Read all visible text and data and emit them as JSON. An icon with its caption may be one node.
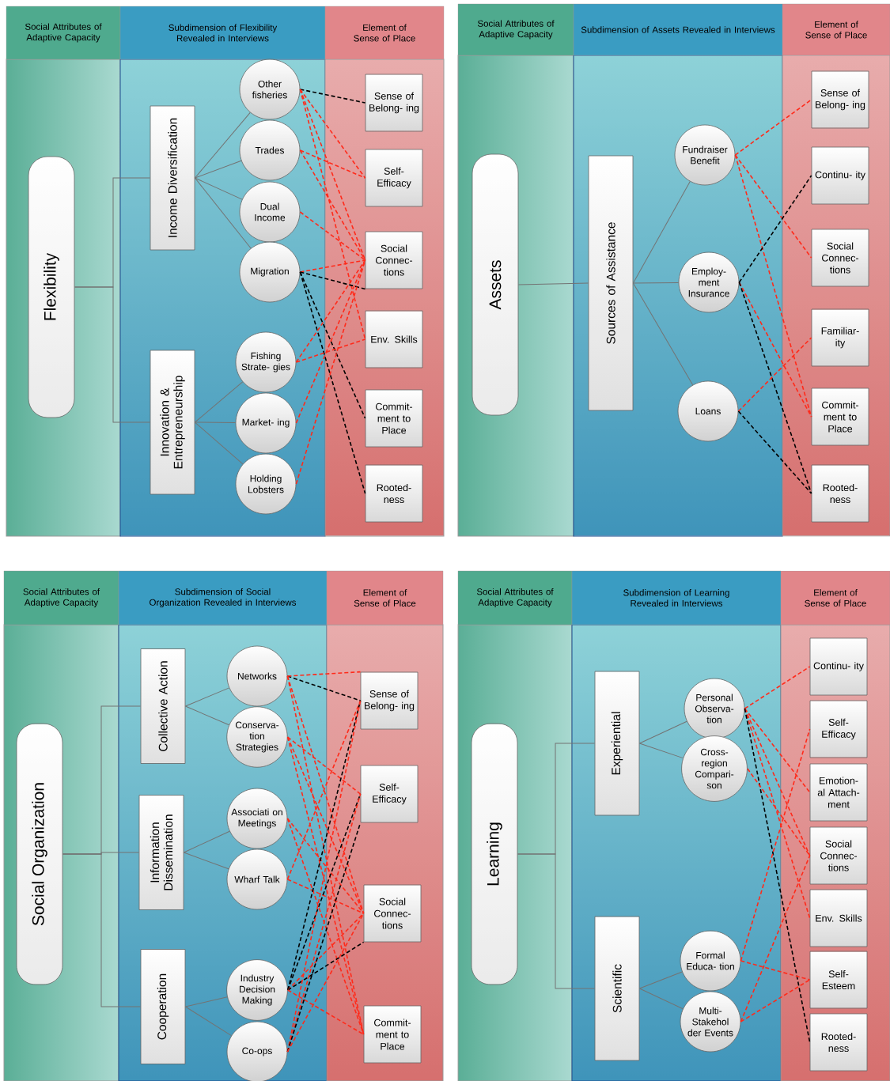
{
  "diagram": {
    "nodes": [
      {
        "text": [
          "Social Attributes of Adaptive Capacity"
        ]
      },
      {
        "text": [
          "Subdimension of Flexibility Revealed in Interviews"
        ]
      },
      {
        "text": [
          "Element of Sense of Place"
        ]
      },
      {
        "text": [
          "Flexibility"
        ]
      },
      {
        "text": [
          "Income Diversification"
        ]
      },
      {
        "text": [
          "Innovation & Entrepreneurship"
        ]
      },
      {
        "text": [
          "Other fisheries"
        ]
      },
      {
        "text": [
          "Trades"
        ]
      },
      {
        "text": [
          "Dual Income"
        ]
      },
      {
        "text": [
          "Migration"
        ]
      },
      {
        "text": [
          "Fishing Strate- gies"
        ]
      },
      {
        "text": [
          "Market- ing"
        ]
      },
      {
        "text": [
          "Holding Lobsters"
        ]
      },
      {
        "text": [
          "Sense of Belong- ing"
        ]
      },
      {
        "text": [
          "Self- Efficacy"
        ]
      },
      {
        "text": [
          "Social Connec- tions"
        ]
      },
      {
        "text": [
          "Env. Skills"
        ]
      },
      {
        "text": [
          "Commit- ment to Place"
        ]
      },
      {
        "text": [
          "Rooted- ness"
        ]
      },
      {
        "text": [
          "Social Attributes of Adaptive Capacity"
        ]
      },
      {
        "text": [
          "Subdimension of Assets Revealed in Interviews"
        ]
      },
      {
        "text": [
          "Element of Sense of Place"
        ]
      },
      {
        "text": [
          "Assets"
        ]
      },
      {
        "text": [
          "Sources of Assistance"
        ]
      },
      {
        "text": [
          "Fundraiser Benefit"
        ]
      },
      {
        "text": [
          "Employ- ment Insurance"
        ]
      },
      {
        "text": [
          "Loans"
        ]
      },
      {
        "text": [
          "Sense of Belong- ing"
        ]
      },
      {
        "text": [
          "Continu- ity"
        ]
      },
      {
        "text": [
          "Social Connec- tions"
        ]
      },
      {
        "text": [
          "Familiar- ity"
        ]
      },
      {
        "text": [
          "Commit- ment to Place"
        ]
      },
      {
        "text": [
          "Rooted- ness"
        ]
      },
      {
        "text": [
          "Social Attributes of Adaptive Capacity"
        ]
      },
      {
        "text": [
          "Subdimension of Social Organization Revealed in Interviews"
        ]
      },
      {
        "text": [
          "Element of Sense of Place"
        ]
      },
      {
        "text": [
          "Social Organization"
        ]
      },
      {
        "text": [
          "Collective Action"
        ]
      },
      {
        "text": [
          "Information Dissemination"
        ]
      },
      {
        "text": [
          "Cooperation"
        ]
      },
      {
        "text": [
          "Networks"
        ]
      },
      {
        "text": [
          "Conserva- tion Strategies"
        ]
      },
      {
        "text": [
          "Associati on Meetings"
        ]
      },
      {
        "text": [
          "Wharf Talk"
        ]
      },
      {
        "text": [
          "Industry Decision Making"
        ]
      },
      {
        "text": [
          "Co-ops"
        ]
      },
      {
        "text": [
          "Sense of Belong- ing"
        ]
      },
      {
        "text": [
          "Self- Efficacy"
        ]
      },
      {
        "text": [
          "Social Connec- tions"
        ]
      },
      {
        "text": [
          "Commit- ment to Place"
        ]
      },
      {
        "text": [
          "Social Attributes of Adaptive Capacity"
        ]
      },
      {
        "text": [
          "Subdimension of Learning Revealed in Interviews"
        ]
      },
      {
        "text": [
          "Element of Sense of Place"
        ]
      },
      {
        "text": [
          "Learning"
        ]
      },
      {
        "text": [
          "Experiential"
        ]
      },
      {
        "text": [
          "Scientific"
        ]
      },
      {
        "text": [
          "Personal Observa- tion"
        ]
      },
      {
        "text": [
          "Cross- region Compari- son"
        ]
      },
      {
        "text": [
          "Formal Educa- tion"
        ]
      },
      {
        "text": [
          "Multi- Stakehol der Events"
        ]
      },
      {
        "text": [
          "Continu- ity"
        ]
      },
      {
        "text": [
          "Self- Efficacy"
        ]
      },
      {
        "text": [
          "Emotion- al Attach- ment"
        ]
      },
      {
        "text": [
          "Social Connec- tions"
        ]
      },
      {
        "text": [
          "Env. Skills"
        ]
      },
      {
        "text": [
          "Self- Esteem"
        ]
      },
      {
        "text": [
          "Rooted- ness"
        ]
      }
    ],
    "edges": [
      {
        "from": 3,
        "to": 4,
        "arrow": "none",
        "color": "#737373"
      },
      {
        "from": 3,
        "to": 5,
        "arrow": "none",
        "color": "#737373"
      },
      {
        "from": 4,
        "to": 6,
        "arrow": "none",
        "color": "#737373"
      },
      {
        "from": 4,
        "to": 7,
        "arrow": "none",
        "color": "#737373"
      },
      {
        "from": 4,
        "to": 8,
        "arrow": "none",
        "color": "#737373"
      },
      {
        "from": 4,
        "to": 9,
        "arrow": "none",
        "color": "#737373"
      },
      {
        "from": 5,
        "to": 10,
        "arrow": "none",
        "color": "#737373"
      },
      {
        "from": 5,
        "to": 11,
        "arrow": "none",
        "color": "#737373"
      },
      {
        "from": 5,
        "to": 12,
        "arrow": "none",
        "color": "#737373"
      },
      {
        "from": 6,
        "to": 13,
        "arrow": "none",
        "style": "dashed",
        "color": "#000000"
      },
      {
        "from": 6,
        "to": 14,
        "arrow": "none",
        "style": "dashed"
      },
      {
        "from": 6,
        "to": 15,
        "arrow": "none",
        "style": "dashed"
      },
      {
        "from": 6,
        "to": 16,
        "arrow": "none",
        "style": "dashed"
      },
      {
        "from": 7,
        "to": 14,
        "arrow": "none",
        "style": "dashed"
      },
      {
        "from": 7,
        "to": 15,
        "arrow": "none",
        "style": "dashed"
      },
      {
        "from": 8,
        "to": 15,
        "arrow": "none",
        "style": "dashed"
      },
      {
        "from": 9,
        "to": 15,
        "arrow": "none",
        "style": "dashed"
      },
      {
        "from": 9,
        "to": 15,
        "arrow": "none",
        "style": "dashed",
        "color": "#000000"
      },
      {
        "from": 9,
        "to": 17,
        "arrow": "none",
        "style": "dashed",
        "color": "#000000"
      },
      {
        "from": 9,
        "to": 18,
        "arrow": "none",
        "style": "dashed",
        "color": "#000000"
      },
      {
        "from": 10,
        "to": 15,
        "arrow": "none",
        "style": "dashed"
      },
      {
        "from": 10,
        "to": 16,
        "arrow": "none",
        "style": "dashed"
      },
      {
        "from": 11,
        "to": 15,
        "arrow": "none",
        "style": "dashed"
      },
      {
        "from": 12,
        "to": 15,
        "arrow": "none",
        "style": "dashed"
      },
      {
        "from": 22,
        "to": 23,
        "arrow": "none",
        "color": "#737373"
      },
      {
        "from": 23,
        "to": 24,
        "arrow": "none",
        "color": "#737373"
      },
      {
        "from": 23,
        "to": 25,
        "arrow": "none",
        "color": "#737373"
      },
      {
        "from": 23,
        "to": 26,
        "arrow": "none",
        "color": "#737373"
      },
      {
        "from": 24,
        "to": 27,
        "arrow": "none",
        "style": "dashed"
      },
      {
        "from": 24,
        "to": 29,
        "arrow": "none",
        "style": "dashed"
      },
      {
        "from": 24,
        "to": 31,
        "arrow": "none",
        "style": "dashed"
      },
      {
        "from": 25,
        "to": 28,
        "arrow": "none",
        "style": "dashed",
        "color": "#000000"
      },
      {
        "from": 25,
        "to": 31,
        "arrow": "none",
        "style": "dashed"
      },
      {
        "from": 25,
        "to": 32,
        "arrow": "none",
        "style": "dashed",
        "color": "#000000"
      },
      {
        "from": 26,
        "to": 30,
        "arrow": "none",
        "style": "dashed"
      },
      {
        "from": 26,
        "to": 32,
        "arrow": "none",
        "style": "dashed",
        "color": "#000000"
      },
      {
        "from": 36,
        "to": 37,
        "arrow": "none",
        "color": "#737373"
      },
      {
        "from": 36,
        "to": 38,
        "arrow": "none",
        "color": "#737373"
      },
      {
        "from": 36,
        "to": 39,
        "arrow": "none",
        "color": "#737373"
      },
      {
        "from": 37,
        "to": 40,
        "arrow": "none",
        "color": "#737373"
      },
      {
        "from": 37,
        "to": 41,
        "arrow": "none",
        "color": "#737373"
      },
      {
        "from": 38,
        "to": 42,
        "arrow": "none",
        "color": "#737373"
      },
      {
        "from": 38,
        "to": 43,
        "arrow": "none",
        "color": "#737373"
      },
      {
        "from": 39,
        "to": 44,
        "arrow": "none",
        "color": "#737373"
      },
      {
        "from": 39,
        "to": 45,
        "arrow": "none",
        "color": "#737373"
      },
      {
        "from": 40,
        "to": 46,
        "arrow": "none",
        "style": "dashed",
        "color": "#000000"
      },
      {
        "from": 40,
        "to": 46,
        "arrow": "none",
        "style": "dashed"
      },
      {
        "from": 40,
        "to": 48,
        "arrow": "none",
        "style": "dashed"
      },
      {
        "from": 40,
        "to": 49,
        "arrow": "none",
        "style": "dashed"
      },
      {
        "from": 41,
        "to": 47,
        "arrow": "none",
        "style": "dashed"
      },
      {
        "from": 41,
        "to": 48,
        "arrow": "none",
        "style": "dashed"
      },
      {
        "from": 41,
        "to": 49,
        "arrow": "none",
        "style": "dashed"
      },
      {
        "from": 42,
        "to": 48,
        "arrow": "none",
        "style": "dashed"
      },
      {
        "from": 42,
        "to": 49,
        "arrow": "none",
        "style": "dashed"
      },
      {
        "from": 43,
        "to": 46,
        "arrow": "none",
        "style": "dashed"
      },
      {
        "from": 43,
        "to": 48,
        "arrow": "none",
        "style": "dashed"
      },
      {
        "from": 44,
        "to": 46,
        "arrow": "none",
        "style": "dashed",
        "color": "#000000"
      },
      {
        "from": 44,
        "to": 47,
        "arrow": "none",
        "style": "dashed",
        "color": "#000000"
      },
      {
        "from": 44,
        "to": 48,
        "arrow": "none",
        "style": "dashed"
      },
      {
        "from": 44,
        "to": 48,
        "arrow": "none",
        "style": "dashed",
        "color": "#000000"
      },
      {
        "from": 44,
        "to": 49,
        "arrow": "none",
        "style": "dashed"
      },
      {
        "from": 45,
        "to": 46,
        "arrow": "none",
        "style": "dashed"
      },
      {
        "from": 45,
        "to": 47,
        "arrow": "none",
        "style": "dashed"
      },
      {
        "from": 45,
        "to": 47,
        "arrow": "none",
        "style": "dashed",
        "color": "#000000"
      },
      {
        "from": 45,
        "to": 48,
        "arrow": "none",
        "style": "dashed"
      },
      {
        "from": 53,
        "to": 54,
        "arrow": "none",
        "color": "#737373"
      },
      {
        "from": 53,
        "to": 55,
        "arrow": "none",
        "color": "#737373"
      },
      {
        "from": 54,
        "to": 56,
        "arrow": "none",
        "color": "#737373"
      },
      {
        "from": 54,
        "to": 57,
        "arrow": "none",
        "color": "#737373"
      },
      {
        "from": 55,
        "to": 58,
        "arrow": "none",
        "color": "#737373"
      },
      {
        "from": 55,
        "to": 59,
        "arrow": "none",
        "color": "#737373"
      },
      {
        "from": 56,
        "to": 60,
        "arrow": "none",
        "style": "dashed"
      },
      {
        "from": 56,
        "to": 62,
        "arrow": "none",
        "style": "dashed"
      },
      {
        "from": 56,
        "to": 63,
        "arrow": "none",
        "style": "dashed"
      },
      {
        "from": 56,
        "to": 64,
        "arrow": "none",
        "style": "dashed"
      },
      {
        "from": 56,
        "to": 66,
        "arrow": "none",
        "style": "dashed",
        "color": "#000000"
      },
      {
        "from": 57,
        "to": 63,
        "arrow": "none",
        "style": "dashed"
      },
      {
        "from": 58,
        "to": 61,
        "arrow": "none",
        "style": "dashed"
      },
      {
        "from": 58,
        "to": 65,
        "arrow": "none",
        "style": "dashed"
      },
      {
        "from": 59,
        "to": 63,
        "arrow": "none",
        "style": "dashed"
      },
      {
        "from": 59,
        "to": 65,
        "arrow": "none",
        "style": "dashed"
      }
    ]
  }
}
